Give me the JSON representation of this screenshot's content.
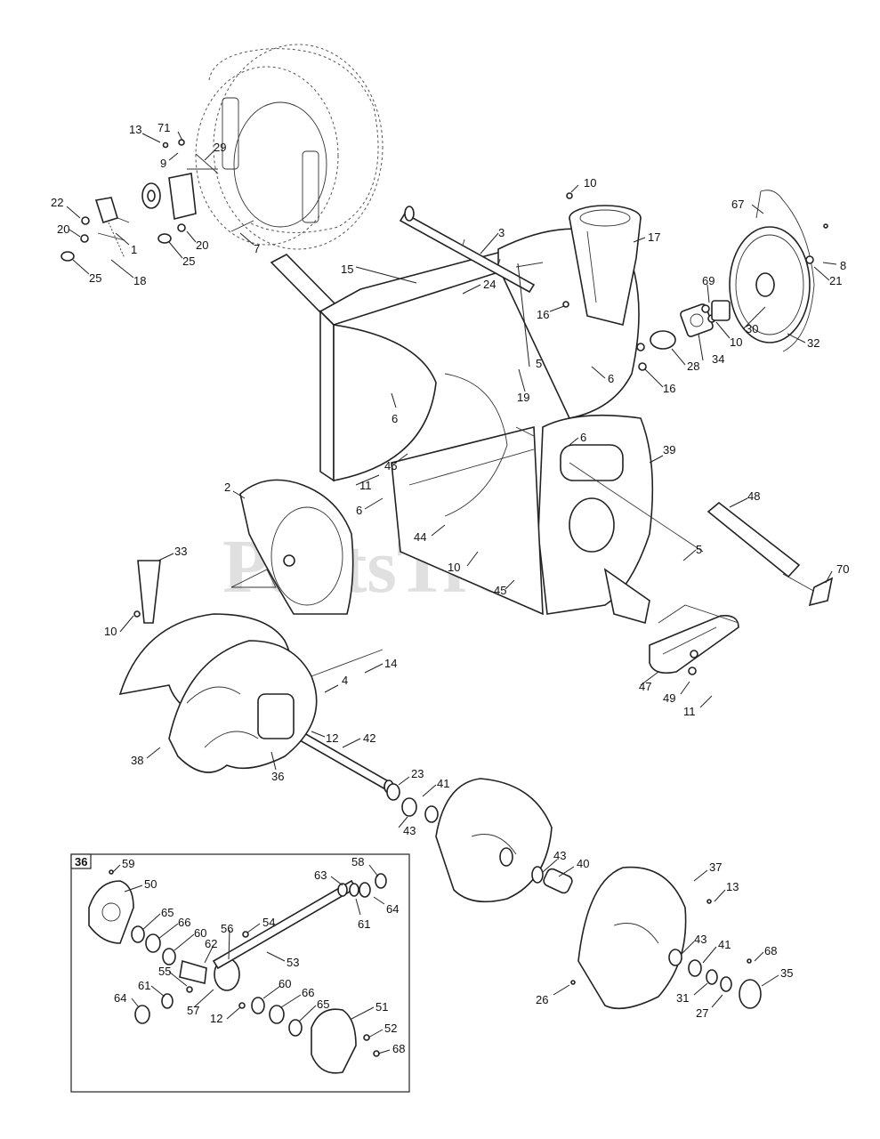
{
  "watermark": "PartsTree",
  "inset_label": "36",
  "labels": [
    {
      "id": "l13a",
      "text": "13"
    },
    {
      "id": "l71",
      "text": "71"
    },
    {
      "id": "l9",
      "text": "9"
    },
    {
      "id": "l29",
      "text": "29"
    },
    {
      "id": "l22",
      "text": "22"
    },
    {
      "id": "l20a",
      "text": "20"
    },
    {
      "id": "l1",
      "text": "1"
    },
    {
      "id": "l25a",
      "text": "25"
    },
    {
      "id": "l18",
      "text": "18"
    },
    {
      "id": "l20b",
      "text": "20"
    },
    {
      "id": "l25b",
      "text": "25"
    },
    {
      "id": "l7",
      "text": "7"
    },
    {
      "id": "l10a",
      "text": "10"
    },
    {
      "id": "l17",
      "text": "17"
    },
    {
      "id": "l3",
      "text": "3"
    },
    {
      "id": "l67",
      "text": "67"
    },
    {
      "id": "l8",
      "text": "8"
    },
    {
      "id": "l21",
      "text": "21"
    },
    {
      "id": "l15",
      "text": "15"
    },
    {
      "id": "l24",
      "text": "24"
    },
    {
      "id": "l16a",
      "text": "16"
    },
    {
      "id": "l69",
      "text": "69"
    },
    {
      "id": "l10b",
      "text": "10"
    },
    {
      "id": "l30",
      "text": "30"
    },
    {
      "id": "l32",
      "text": "32"
    },
    {
      "id": "l28",
      "text": "28"
    },
    {
      "id": "l34",
      "text": "34"
    },
    {
      "id": "l5a",
      "text": "5"
    },
    {
      "id": "l19",
      "text": "19"
    },
    {
      "id": "l6a",
      "text": "6"
    },
    {
      "id": "l16b",
      "text": "16"
    },
    {
      "id": "l6b",
      "text": "6"
    },
    {
      "id": "l6c",
      "text": "6"
    },
    {
      "id": "l39",
      "text": "39"
    },
    {
      "id": "l46",
      "text": "46"
    },
    {
      "id": "l11a",
      "text": "11"
    },
    {
      "id": "l2",
      "text": "2"
    },
    {
      "id": "l6d",
      "text": "6"
    },
    {
      "id": "l44",
      "text": "44"
    },
    {
      "id": "l48",
      "text": "48"
    },
    {
      "id": "l33",
      "text": "33"
    },
    {
      "id": "l10c",
      "text": "10"
    },
    {
      "id": "l5b",
      "text": "5"
    },
    {
      "id": "l70",
      "text": "70"
    },
    {
      "id": "l45",
      "text": "45"
    },
    {
      "id": "l10d",
      "text": "10"
    },
    {
      "id": "l14",
      "text": "14"
    },
    {
      "id": "l47",
      "text": "47"
    },
    {
      "id": "l49",
      "text": "49"
    },
    {
      "id": "l11b",
      "text": "11"
    },
    {
      "id": "l4",
      "text": "4"
    },
    {
      "id": "l12a",
      "text": "12"
    },
    {
      "id": "l42",
      "text": "42"
    },
    {
      "id": "l38",
      "text": "38"
    },
    {
      "id": "l36",
      "text": "36"
    },
    {
      "id": "l23",
      "text": "23"
    },
    {
      "id": "l41a",
      "text": "41"
    },
    {
      "id": "l43a",
      "text": "43"
    },
    {
      "id": "l43b",
      "text": "43"
    },
    {
      "id": "l40",
      "text": "40"
    },
    {
      "id": "l37",
      "text": "37"
    },
    {
      "id": "l13b",
      "text": "13"
    },
    {
      "id": "l43c",
      "text": "43"
    },
    {
      "id": "l41b",
      "text": "41"
    },
    {
      "id": "l68a",
      "text": "68"
    },
    {
      "id": "l35",
      "text": "35"
    },
    {
      "id": "l26",
      "text": "26"
    },
    {
      "id": "l31",
      "text": "31"
    },
    {
      "id": "l27",
      "text": "27"
    },
    {
      "id": "l59",
      "text": "59"
    },
    {
      "id": "l50",
      "text": "50"
    },
    {
      "id": "l58",
      "text": "58"
    },
    {
      "id": "l63",
      "text": "63"
    },
    {
      "id": "l64a",
      "text": "64"
    },
    {
      "id": "l61a",
      "text": "61"
    },
    {
      "id": "l65a",
      "text": "65"
    },
    {
      "id": "l66a",
      "text": "66"
    },
    {
      "id": "l60a",
      "text": "60"
    },
    {
      "id": "l54",
      "text": "54"
    },
    {
      "id": "l56",
      "text": "56"
    },
    {
      "id": "l62",
      "text": "62"
    },
    {
      "id": "l53",
      "text": "53"
    },
    {
      "id": "l55",
      "text": "55"
    },
    {
      "id": "l61b",
      "text": "61"
    },
    {
      "id": "l57",
      "text": "57"
    },
    {
      "id": "l60b",
      "text": "60"
    },
    {
      "id": "l66b",
      "text": "66"
    },
    {
      "id": "l64b",
      "text": "64"
    },
    {
      "id": "l12b",
      "text": "12"
    },
    {
      "id": "l65b",
      "text": "65"
    },
    {
      "id": "l51",
      "text": "51"
    },
    {
      "id": "l52",
      "text": "52"
    },
    {
      "id": "l68b",
      "text": "68"
    }
  ]
}
